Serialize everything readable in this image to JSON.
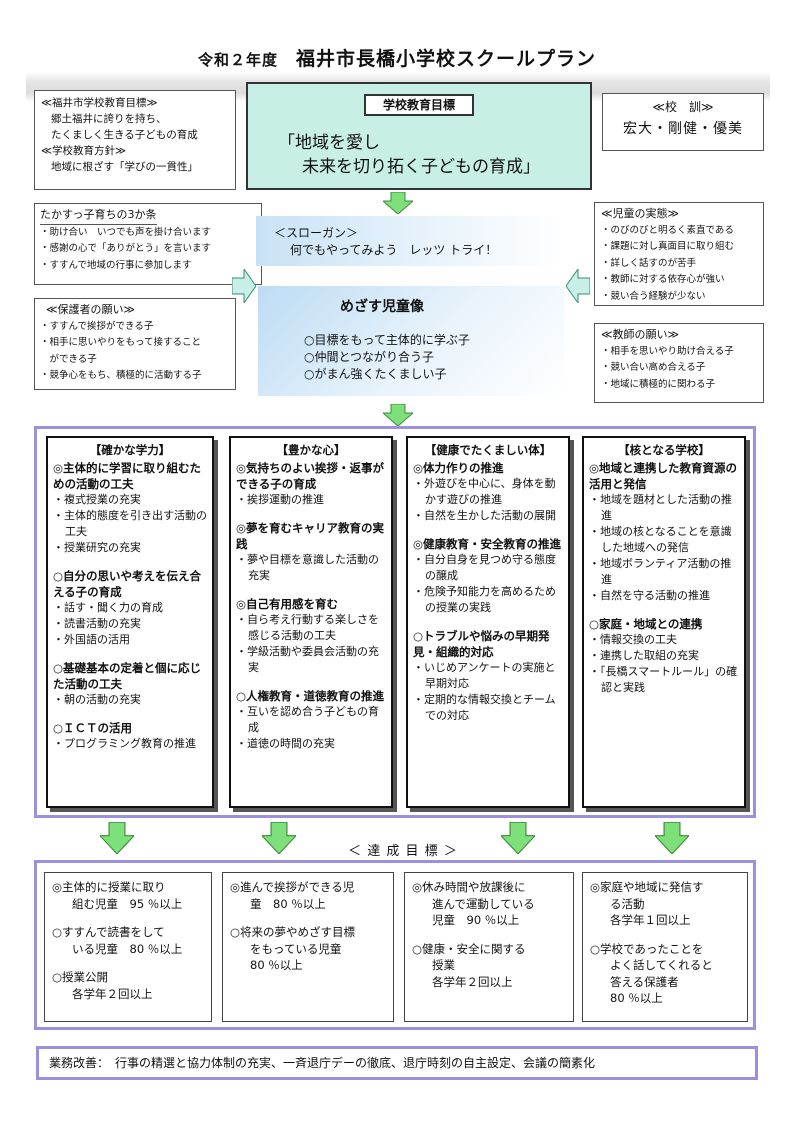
{
  "header": {
    "year": "令和２年度",
    "title": "福井市長橋小学校スクールプラン"
  },
  "city_goal": {
    "heading1": "≪福井市学校教育目標≫",
    "line1": "郷土福井に誇りを持ち、",
    "line2": "たくましく生きる子どもの育成",
    "heading2": "≪学校教育方針≫",
    "line3": "地域に根ざす「学びの一貫性」"
  },
  "school_goal": {
    "label": "学校教育目標",
    "line1": "「地域を愛し",
    "line2": "未来を切り拓く子どもの育成」"
  },
  "motto": {
    "heading": "≪校　訓≫",
    "text": "宏大・剛健・優美"
  },
  "tips": {
    "heading": "たかすっ子育ちの3か条",
    "items": [
      "・助け合い　いつでも声を掛け合います",
      "・感謝の心で「ありがとう」を言います",
      "・すすんで地域の行事に参加します"
    ]
  },
  "slogan": {
    "label": "＜スローガン＞",
    "text": "何でもやってみよう　レッツ トライ！"
  },
  "ideal": {
    "heading": "めざす児童像",
    "items": [
      "○目標をもって主体的に学ぶ子",
      "○仲間とつながり合う子",
      "○がまん強くたくましい子"
    ]
  },
  "children_state": {
    "heading": "≪児童の実態≫",
    "items": [
      "・のびのびと明るく素直である",
      "・課題に対し真面目に取り組む",
      "・詳しく話すのが苦手",
      "・教師に対する依存心が強い",
      "・競い合う経験が少ない"
    ]
  },
  "parents_wish": {
    "heading": "≪保護者の願い≫",
    "items": [
      "・すすんで挨拶ができる子",
      "・相手に思いやりをもって接すること",
      "　ができる子",
      "・競争心をもち、積極的に活動する子"
    ]
  },
  "teachers_wish": {
    "heading": "≪教師の願い≫",
    "items": [
      "・相手を思いやり助け合える子",
      "・競い合い高め合える子",
      "・地域に積極的に関わる子"
    ]
  },
  "columns": [
    {
      "heading": "【確かな学力】",
      "sections": [
        {
          "title": "◎主体的に学習に取り組むための活動の工夫",
          "items": [
            "・複式授業の充実",
            "・主体的態度を引き出す活動の工夫",
            "・授業研究の充実"
          ]
        },
        {
          "title": "○自分の思いや考えを伝え合える子の育成",
          "items": [
            "・話す・聞く力の育成",
            "・読書活動の充実",
            "・外国語の活用"
          ]
        },
        {
          "title": "○基礎基本の定着と個に応じた活動の工夫",
          "items": [
            "・朝の活動の充実"
          ]
        },
        {
          "title": "○ＩＣＴの活用",
          "items": [
            "・プログラミング教育の推進"
          ]
        }
      ]
    },
    {
      "heading": "【豊かな心】",
      "sections": [
        {
          "title": "◎気持ちのよい挨拶・返事ができる子の育成",
          "items": [
            "・挨拶運動の推進"
          ]
        },
        {
          "title": "◎夢を育むキャリア教育の実践",
          "items": [
            "・夢や目標を意識した活動の充実"
          ]
        },
        {
          "title": "◎自己有用感を育む",
          "items": [
            "・自ら考え行動する楽しさを感じる活動の工夫",
            "・学級活動や委員会活動の充実"
          ]
        },
        {
          "title": "○人権教育・道徳教育の推進",
          "items": [
            "・互いを認め合う子どもの育成",
            "・道徳の時間の充実"
          ]
        }
      ]
    },
    {
      "heading": "【健康でたくましい体】",
      "sections": [
        {
          "title": "◎体力作りの推進",
          "items": [
            "・外遊びを中心に、身体を動かす遊びの推進",
            "・自然を生かした活動の展開"
          ]
        },
        {
          "title": "◎健康教育・安全教育の推進",
          "items": [
            "・自分自身を見つめ守る態度の醸成",
            "・危険予知能力を高めるための授業の実践"
          ]
        },
        {
          "title": "○トラブルや悩みの早期発見・組織的対応",
          "items": [
            "・いじめアンケートの実施と早期対応",
            "・定期的な情報交換とチームでの対応"
          ]
        }
      ]
    },
    {
      "heading": "【核となる学校】",
      "sections": [
        {
          "title": "◎地域と連携した教育資源の活用と発信",
          "items": [
            "・地域を題材とした活動の推進",
            "・地域の核となることを意識した地域への発信",
            "・地域ボランティア活動の推進",
            "・自然を守る活動の推進"
          ]
        },
        {
          "title": "○家庭・地域との連携",
          "items": [
            "・情報交換の工夫",
            "・連携した取組の充実",
            "・「長橋スマートルール」の確認と実践"
          ]
        }
      ]
    }
  ],
  "achievement_label": "＜ 達 成 目 標 ＞",
  "goals": [
    [
      {
        "line": "◎主体的に授業に取り",
        "rest": [
          "組む児童　95 ％以上"
        ]
      },
      {
        "line": "○すすんで読書をして",
        "rest": [
          "いる児童　80 ％以上"
        ]
      },
      {
        "line": "○授業公開",
        "rest": [
          "各学年２回以上"
        ]
      }
    ],
    [
      {
        "line": "◎進んで挨拶ができる児",
        "rest": [
          "童　80 ％以上"
        ]
      },
      {
        "line": "○将来の夢やめざす目標",
        "rest": [
          "をもっている児童",
          "80 ％以上"
        ]
      }
    ],
    [
      {
        "line": "◎休み時間や放課後に",
        "rest": [
          "進んで運動している",
          "児童　90 ％以上"
        ]
      },
      {
        "line": "○健康・安全に関する",
        "rest": [
          "授業",
          "各学年２回以上"
        ]
      }
    ],
    [
      {
        "line": "◎家庭や地域に発信す",
        "rest": [
          "る活動",
          "各学年１回以上"
        ]
      },
      {
        "line": "○学校であったことを",
        "rest": [
          "よく話してくれると",
          "答える保護者",
          "80 ％以上"
        ]
      }
    ]
  ],
  "footer": "業務改善：　行事の精選と協力体制の充実、一斉退庁デーの徹底、退庁時刻の自主設定、会議の簡素化",
  "colors": {
    "teal": "#c8efe6",
    "green_arrow": "#7ee07a",
    "frame": "#9b8fe0",
    "slogan_blue": "#cfe4f6"
  }
}
